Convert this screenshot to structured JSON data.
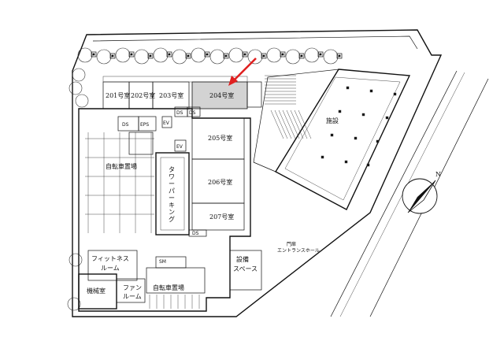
{
  "highlight_color": "#d3d3d3",
  "arrow_color": "#e02020",
  "units": {
    "u201": "201号室",
    "u202": "202号室",
    "u203": "203号室",
    "u204": "204号室",
    "u205": "205号室",
    "u206": "206号室",
    "u207": "207号室"
  },
  "labels": {
    "facility": "施設",
    "tower_parking": "タワーパーキング",
    "bicycle_parking_1": "自転車置場",
    "bicycle_parking_2": "自転車置場",
    "fitness_room_line1": "フィットネス",
    "fitness_room_line2": "ルーム",
    "machine_room": "機械室",
    "fan_room_line1": "ファン",
    "fan_room_line2": "ルーム",
    "equipment_space_line1": "設備",
    "equipment_space_line2": "スペース",
    "ds1": "DS",
    "ds2": "DS",
    "ds3": "DS",
    "ds4": "DS",
    "eps": "EPS",
    "ev1": "EV",
    "ev2": "EV",
    "sm": "SM",
    "entrance_small": "門扉",
    "entrance_sub": "エントランスホール",
    "north": "N"
  },
  "icons": {
    "compass": "north-arrow-icon",
    "arrow": "pointer-arrow-icon"
  }
}
